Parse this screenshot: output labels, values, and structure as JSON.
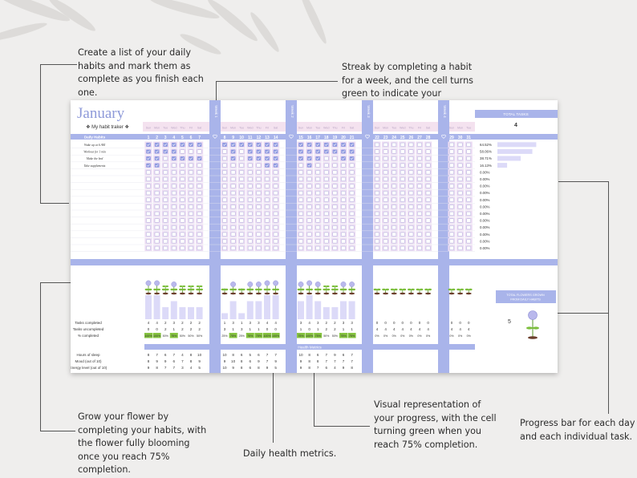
{
  "callouts": {
    "habits_list": "Create a list of your daily habits and mark them as complete as you finish each one.",
    "streak": "Streak by completing a habit for a week, and the cell turns green to indicate your success.",
    "progress_bar": "Progress bar for each day and each individual task.",
    "grow_flower": "Grow your flower by completing your habits, with the flower fully blooming once you reach 75% completion.",
    "health": "Daily health metrics.",
    "visual_progress": "Visual representation of your progress, with the cell turning green when you reach 75% completion."
  },
  "tracker": {
    "month": "January",
    "subtitle": "❖ My habit traker ❖",
    "daily_habits_header": "Daily Habits",
    "percent_header": "%",
    "total_tasks_label": "TOTAL TASKS",
    "total_tasks_value": "4",
    "total_flowers_label": "TOTAL FLOWERS GROWN FROM DAILY HABITS",
    "total_flowers_value": "5",
    "health_metrics_header": "Health Metrics",
    "week_labels": [
      "Week 1",
      "Week 2",
      "Week 3",
      "Week 4"
    ],
    "weekday_labels": [
      "Sun",
      "Mon",
      "Tue",
      "Wed",
      "Thu",
      "Fri",
      "Sat"
    ],
    "habits": [
      "Wake up at 6 AM",
      "Workout for 1 min",
      "Make the bed",
      "Take supplements"
    ],
    "habit_percentages": [
      "64.52%",
      "58.06%",
      "38.71%",
      "16.13%",
      "0.00%",
      "0.00%",
      "0.00%",
      "0.00%",
      "0.00%",
      "0.00%",
      "0.00%",
      "0.00%",
      "0.00%",
      "0.00%",
      "0.00%",
      "0.00%"
    ],
    "habit_progress": [
      0.6452,
      0.5806,
      0.3871,
      0.1613,
      0,
      0,
      0,
      0,
      0,
      0,
      0,
      0,
      0,
      0,
      0,
      0
    ],
    "row_labels": {
      "tasks_completed": "Tasks completed",
      "tasks_uncompleted": "Tasks uncompleted",
      "percent_completed": "% completed",
      "sleep": "Hours of sleep",
      "mood": "Mood (out of 10)",
      "energy": "Energy level (out of 10)"
    },
    "weeks": [
      {
        "days": [
          "1",
          "2",
          "3",
          "4",
          "5",
          "6",
          "7"
        ],
        "completed": [
          "4",
          "4",
          "2",
          "3",
          "2",
          "2",
          "2"
        ],
        "uncompleted": [
          "0",
          "0",
          "2",
          "1",
          "2",
          "2",
          "2"
        ],
        "percent": [
          "100%",
          "100%",
          "50%",
          "75%",
          "50%",
          "50%",
          "50%"
        ],
        "sleep": [
          "8",
          "7",
          "6",
          "7",
          "4",
          "8",
          "10"
        ],
        "mood": [
          "8",
          "9",
          "9",
          "6",
          "7",
          "8",
          "9"
        ],
        "energy": [
          "9",
          "8",
          "7",
          "7",
          "3",
          "4",
          "5"
        ],
        "checks": [
          [
            1,
            1,
            1,
            1,
            1,
            1,
            1
          ],
          [
            1,
            1,
            1,
            1,
            0,
            0,
            0
          ],
          [
            1,
            1,
            0,
            1,
            1,
            1,
            1
          ],
          [
            1,
            1,
            0,
            0,
            0,
            0,
            0
          ]
        ]
      },
      {
        "days": [
          "8",
          "9",
          "10",
          "11",
          "12",
          "13",
          "14"
        ],
        "completed": [
          "1",
          "3",
          "1",
          "3",
          "3",
          "4",
          "4"
        ],
        "uncompleted": [
          "3",
          "1",
          "3",
          "1",
          "1",
          "0",
          "0"
        ],
        "percent": [
          "25%",
          "75%",
          "25%",
          "75%",
          "75%",
          "100%",
          "100%"
        ],
        "sleep": [
          "10",
          "8",
          "6",
          "5",
          "6",
          "7",
          "7"
        ],
        "mood": [
          "9",
          "10",
          "8",
          "6",
          "9",
          "7",
          "9"
        ],
        "energy": [
          "10",
          "9",
          "8",
          "6",
          "8",
          "9",
          "5"
        ],
        "checks": [
          [
            1,
            1,
            1,
            1,
            1,
            1,
            1
          ],
          [
            0,
            1,
            0,
            1,
            1,
            1,
            1
          ],
          [
            0,
            1,
            0,
            1,
            1,
            1,
            1
          ],
          [
            0,
            0,
            0,
            0,
            0,
            1,
            1
          ]
        ]
      },
      {
        "days": [
          "15",
          "16",
          "17",
          "18",
          "19",
          "20",
          "21"
        ],
        "completed": [
          "3",
          "4",
          "3",
          "2",
          "2",
          "3",
          "3"
        ],
        "uncompleted": [
          "1",
          "0",
          "1",
          "2",
          "2",
          "1",
          "1"
        ],
        "percent": [
          "75%",
          "100%",
          "75%",
          "50%",
          "50%",
          "75%",
          "75%"
        ],
        "sleep": [
          "10",
          "8",
          "6",
          "7",
          "9",
          "6",
          "7"
        ],
        "mood": [
          "9",
          "8",
          "8",
          "7",
          "7",
          "7",
          "7"
        ],
        "energy": [
          "9",
          "8",
          "7",
          "6",
          "4",
          "9",
          "8"
        ],
        "checks": [
          [
            1,
            1,
            1,
            1,
            1,
            1,
            1
          ],
          [
            1,
            1,
            1,
            1,
            1,
            1,
            1
          ],
          [
            1,
            1,
            1,
            0,
            0,
            1,
            1
          ],
          [
            0,
            1,
            0,
            0,
            0,
            0,
            0
          ]
        ]
      },
      {
        "days": [
          "22",
          "23",
          "24",
          "25",
          "26",
          "27",
          "28"
        ],
        "completed": [
          "0",
          "0",
          "0",
          "0",
          "0",
          "0",
          "0"
        ],
        "uncompleted": [
          "4",
          "4",
          "4",
          "4",
          "4",
          "4",
          "4"
        ],
        "percent": [
          "0%",
          "0%",
          "0%",
          "0%",
          "0%",
          "0%",
          "0%"
        ],
        "sleep": [
          "",
          "",
          "",
          "",
          "",
          "",
          ""
        ],
        "mood": [
          "",
          "",
          "",
          "",
          "",
          "",
          ""
        ],
        "energy": [
          "",
          "",
          "",
          "",
          "",
          "",
          ""
        ],
        "checks": [
          [
            0,
            0,
            0,
            0,
            0,
            0,
            0
          ],
          [
            0,
            0,
            0,
            0,
            0,
            0,
            0
          ],
          [
            0,
            0,
            0,
            0,
            0,
            0,
            0
          ],
          [
            0,
            0,
            0,
            0,
            0,
            0,
            0
          ]
        ]
      },
      {
        "days": [
          "29",
          "30",
          "31"
        ],
        "completed": [
          "0",
          "0",
          "0"
        ],
        "uncompleted": [
          "4",
          "4",
          "4"
        ],
        "percent": [
          "0%",
          "0%",
          "0%"
        ],
        "sleep": [
          "",
          "",
          ""
        ],
        "mood": [
          "",
          "",
          ""
        ],
        "energy": [
          "",
          "",
          ""
        ],
        "checks": [
          [
            0,
            0,
            0
          ],
          [
            0,
            0,
            0
          ],
          [
            0,
            0,
            0
          ],
          [
            0,
            0,
            0
          ]
        ]
      }
    ],
    "colors": {
      "accent": "#a9b4ea",
      "accent_dark": "#8e9ad9",
      "pink_header": "#f4e2ef",
      "check_bg": "#ecdcf3",
      "checked": "#8f9ae0",
      "green": "#86c440",
      "bar_fill": "#dcdaf8"
    },
    "icons": [
      "checkbox-icon",
      "heart-icon",
      "flower-icon",
      "sprout-icon"
    ]
  }
}
